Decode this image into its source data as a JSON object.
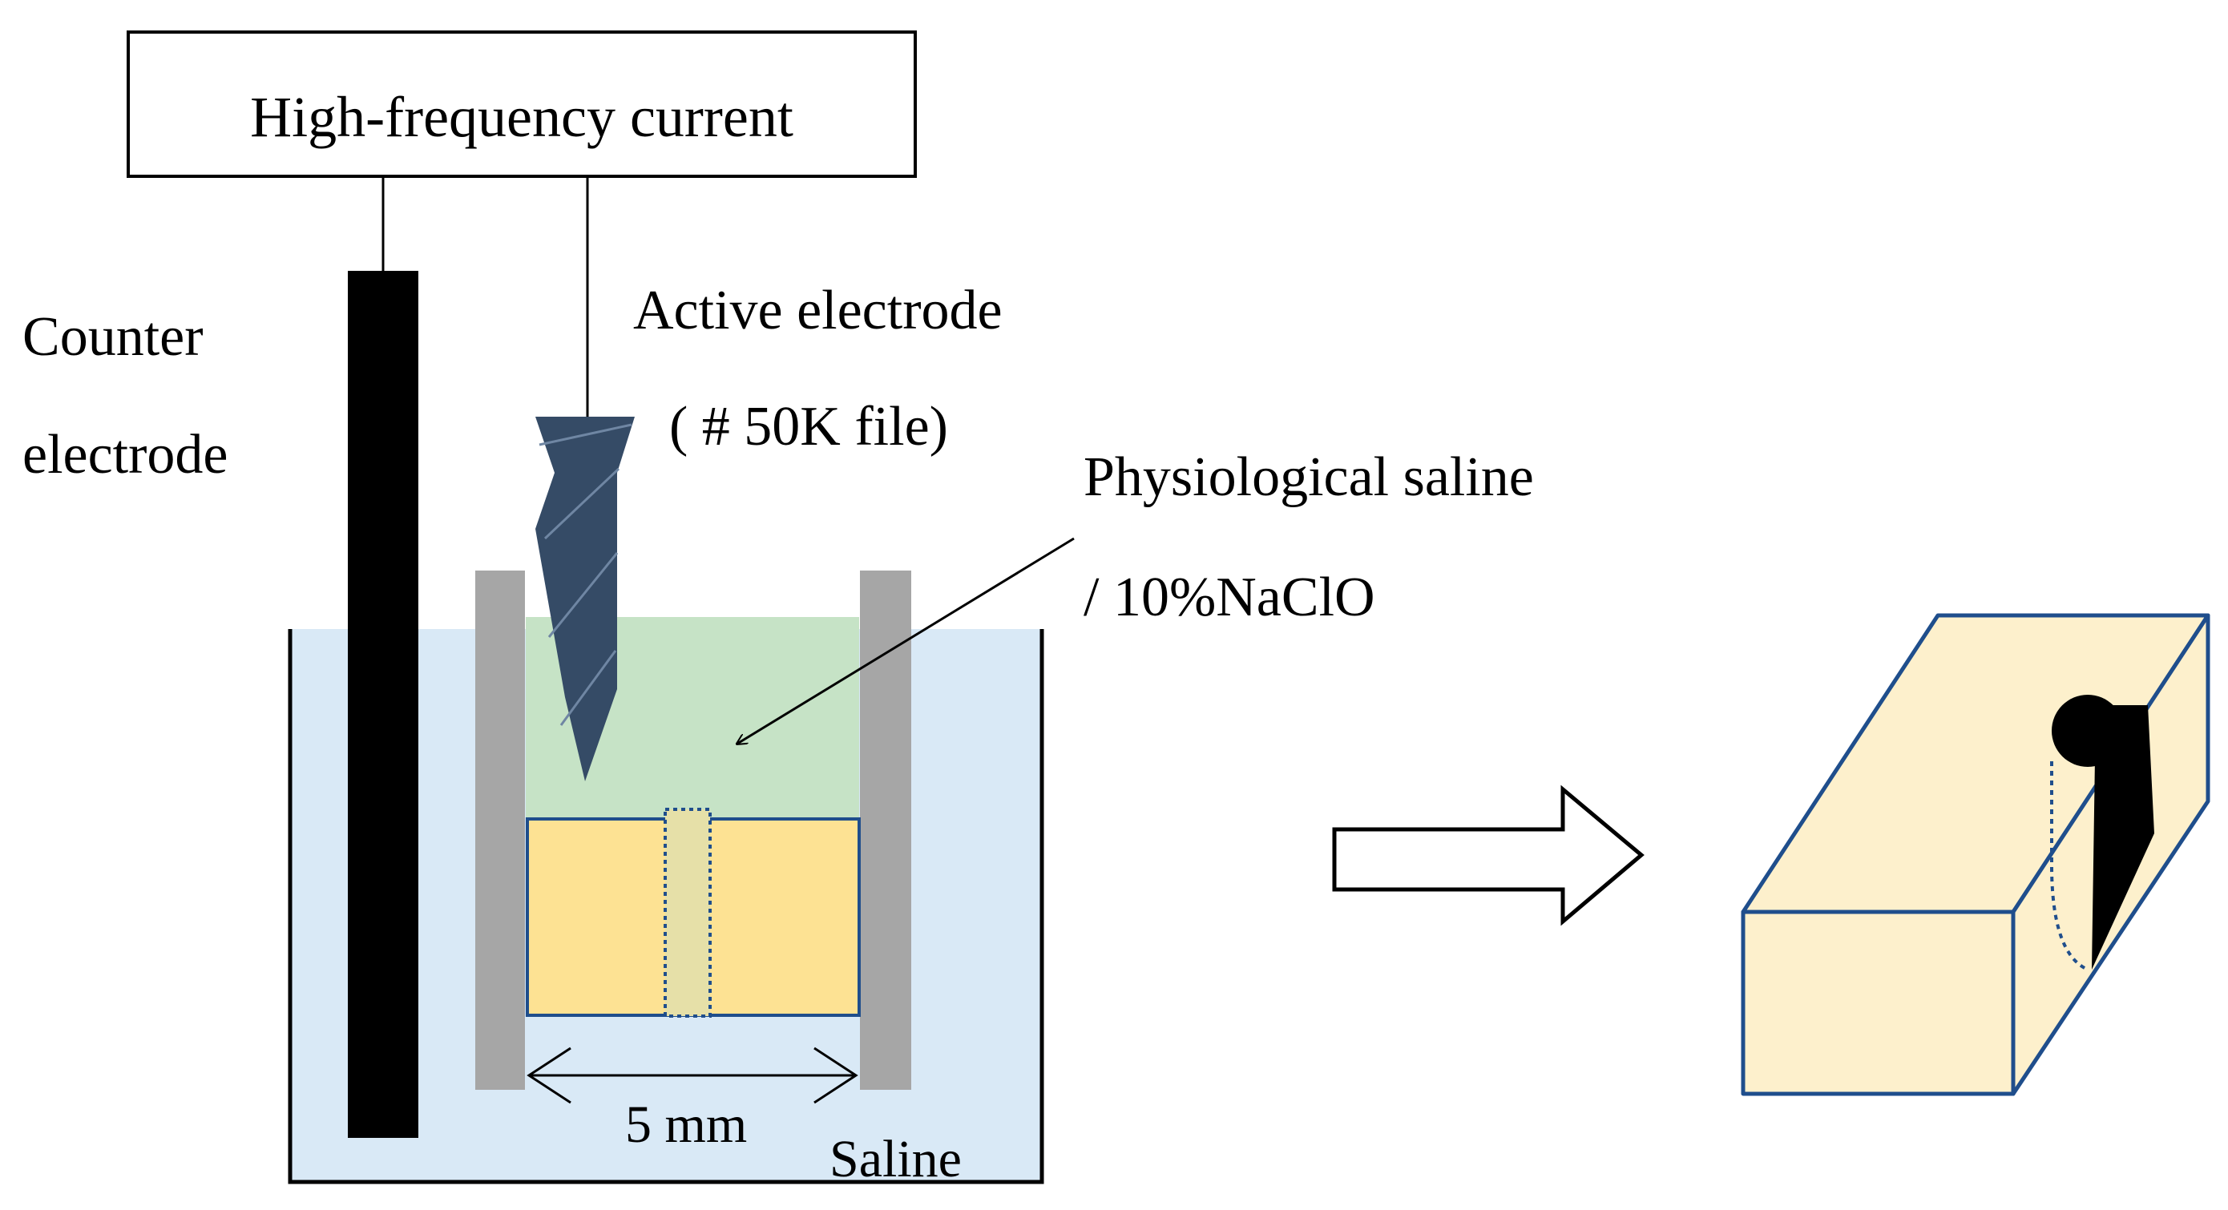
{
  "labels": {
    "source": "High-frequency current",
    "counter_line1": "Counter",
    "counter_line2": "electrode",
    "active_line1": "Active electrode",
    "active_line2": "( # 50K file)",
    "solution_line1": "Physiological saline",
    "solution_line2": "/ 10%NaClO",
    "dimension": "5 mm",
    "bath": "Saline"
  },
  "colors": {
    "bath_fill": "#d9e9f6",
    "solution_fill": "#c6e3c6",
    "block_fill": "#fde293",
    "result_block_fill": "#fdf0cc",
    "block_stroke": "#1f4e8c",
    "wall_fill": "#a6a6a6",
    "file_fill": "#354b66",
    "electrode_fill": "#000000"
  }
}
